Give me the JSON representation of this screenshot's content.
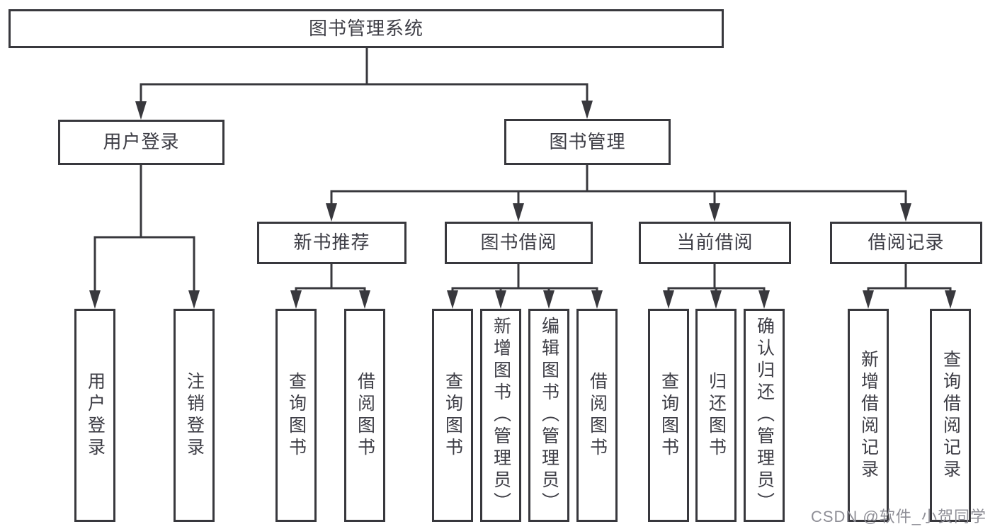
{
  "root": {
    "label": "图书管理系统"
  },
  "branches": [
    {
      "label": "用户登录",
      "children": [
        {
          "label": "用户登录"
        },
        {
          "label": "注销登录"
        }
      ]
    },
    {
      "label": "图书管理",
      "children": [
        {
          "label": "新书推荐",
          "children": [
            {
              "label": "查询图书"
            },
            {
              "label": "借阅图书"
            }
          ]
        },
        {
          "label": "图书借阅",
          "children": [
            {
              "label": "查询图书"
            },
            {
              "label": "新增图书（管理员）"
            },
            {
              "label": "编辑图书（管理员）"
            },
            {
              "label": "借阅图书"
            }
          ]
        },
        {
          "label": "当前借阅",
          "children": [
            {
              "label": "查询图书"
            },
            {
              "label": "归还图书"
            },
            {
              "label": "确认归还（管理员）"
            }
          ]
        },
        {
          "label": "借阅记录",
          "children": [
            {
              "label": "新增借阅记录"
            },
            {
              "label": "查询借阅记录"
            }
          ]
        }
      ]
    }
  ],
  "watermark": {
    "text": "CSDN @软件_小贺同学"
  },
  "colors": {
    "line": "#38383d",
    "text": "#3d3d45",
    "watermark_text": "#8e8e96",
    "background": "#ffffff"
  }
}
